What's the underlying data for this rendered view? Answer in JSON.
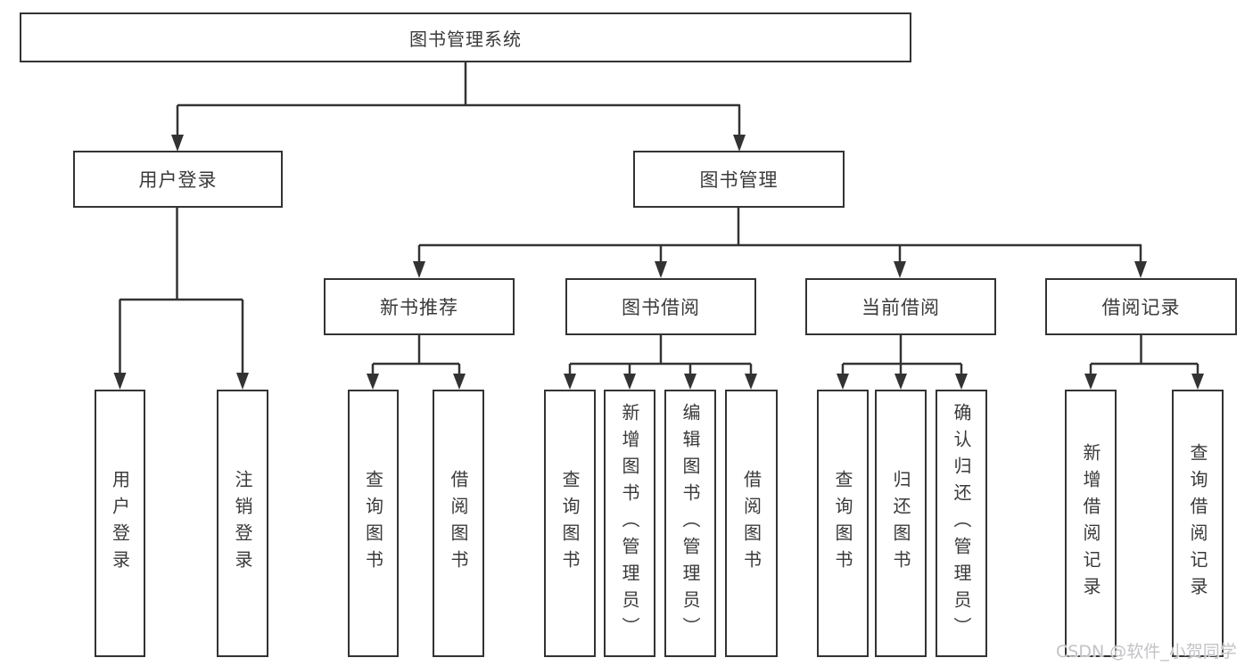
{
  "diagram": {
    "type": "hierarchy-tree",
    "root": {
      "label": "图书管理系统"
    },
    "branches": [
      {
        "label": "用户登录",
        "children": [
          {
            "label": "用户登录"
          },
          {
            "label": "注销登录"
          }
        ]
      },
      {
        "label": "图书管理",
        "children": [
          {
            "label": "新书推荐",
            "children": [
              {
                "label": "查询图书"
              },
              {
                "label": "借阅图书"
              }
            ]
          },
          {
            "label": "图书借阅",
            "children": [
              {
                "label": "查询图书"
              },
              {
                "label": "新增图书（管理员）"
              },
              {
                "label": "编辑图书（管理员）"
              },
              {
                "label": "借阅图书"
              }
            ]
          },
          {
            "label": "当前借阅",
            "children": [
              {
                "label": "查询图书"
              },
              {
                "label": "归还图书"
              },
              {
                "label": "确认归还（管理员）"
              }
            ]
          },
          {
            "label": "借阅记录",
            "children": [
              {
                "label": "新增借阅记录"
              },
              {
                "label": "查询借阅记录"
              }
            ]
          }
        ]
      }
    ],
    "watermark": "CSDN @软件_小贺同学",
    "colors": {
      "line": "#333333",
      "text": "#3a3a3a",
      "box_background": "#ffffff",
      "page_background": "#ffffff",
      "watermark": "#c3c3c7"
    }
  }
}
